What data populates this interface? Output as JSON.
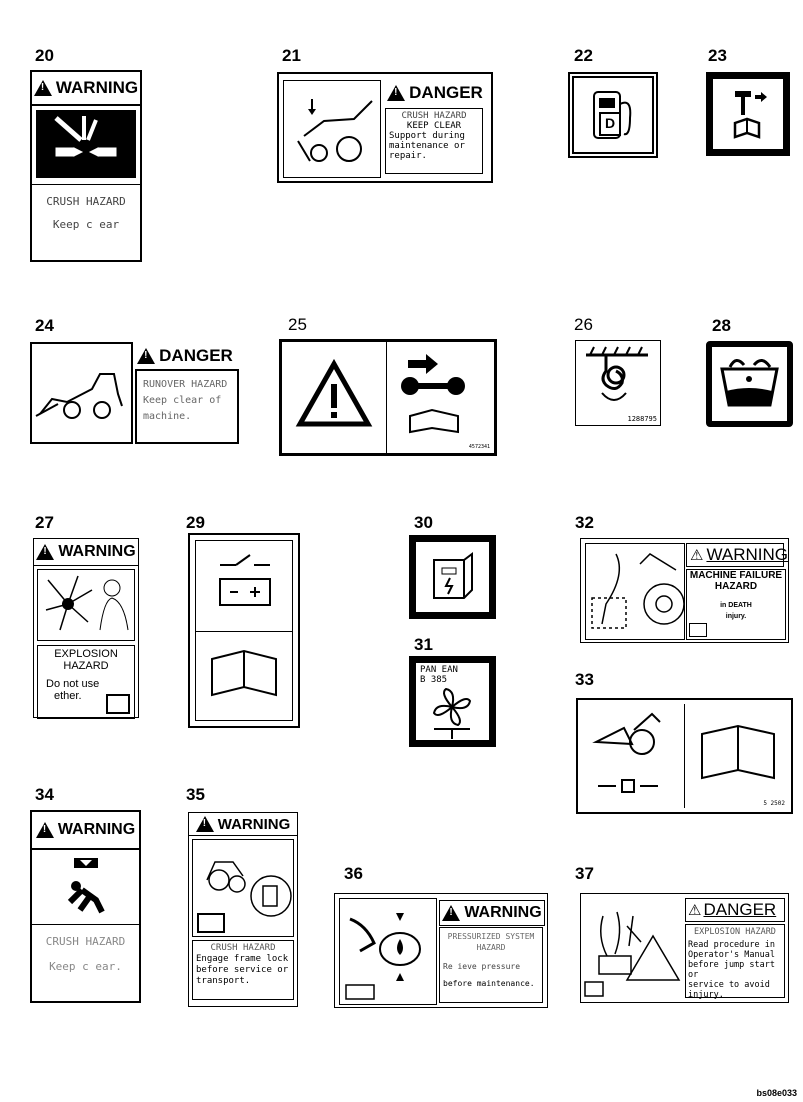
{
  "labels": {
    "l20": {
      "num": "20",
      "header": "WARNING",
      "line1": "CRUSH HAZARD",
      "line2": "Keep c ear"
    },
    "l21": {
      "num": "21",
      "header": "DANGER",
      "line1": "CRUSH HAZARD",
      "line2": "KEEP CLEAR",
      "line3": "Support during",
      "line4": "maintenance or",
      "line5": "repair."
    },
    "l22": {
      "num": "22",
      "letter": "D"
    },
    "l23": {
      "num": "23"
    },
    "l24": {
      "num": "24",
      "header": "DANGER",
      "line1": "RUNOVER HAZARD",
      "line2": "Keep clear of",
      "line3": "machine."
    },
    "l25": {
      "num": "25",
      "code": "4572341"
    },
    "l26": {
      "num": "26",
      "code": "1288795"
    },
    "l27": {
      "num": "27",
      "header": "WARNING",
      "line1": "EXPLOSION",
      "line2": "HAZARD",
      "line3": "Do not use",
      "line4": "ether."
    },
    "l28": {
      "num": "28"
    },
    "l29": {
      "num": "29"
    },
    "l30": {
      "num": "30"
    },
    "l31": {
      "num": "31",
      "line1": "PAN  EAN",
      "line2": "B 385"
    },
    "l32": {
      "num": "32",
      "header": "WARNING",
      "line1": "MACHINE FAILURE",
      "line2": "HAZARD",
      "line3": "in DEATH",
      "line4": "injury."
    },
    "l33": {
      "num": "33",
      "code": "5 2502"
    },
    "l34": {
      "num": "34",
      "header": "WARNING",
      "line1": "CRUSH HAZARD",
      "line2": "Keep c ear."
    },
    "l35": {
      "num": "35",
      "header": "WARNING",
      "line1": "CRUSH HAZARD",
      "line2": "Engage frame lock",
      "line3": "before service or",
      "line4": "transport."
    },
    "l36": {
      "num": "36",
      "header": "WARNING",
      "line1": "PRESSURIZED SYSTEM",
      "line2": "HAZARD",
      "line3": "Re ieve pressure",
      "line4": "before maintenance."
    },
    "l37": {
      "num": "37",
      "header": "DANGER",
      "line1": "EXPLOSION HAZARD",
      "line2": "Read procedure in",
      "line3": "Operator's Manual",
      "line4": "before jump start or",
      "line5": "service to avoid",
      "line6": "injury."
    }
  },
  "footer": {
    "ref": "bs08e033"
  }
}
